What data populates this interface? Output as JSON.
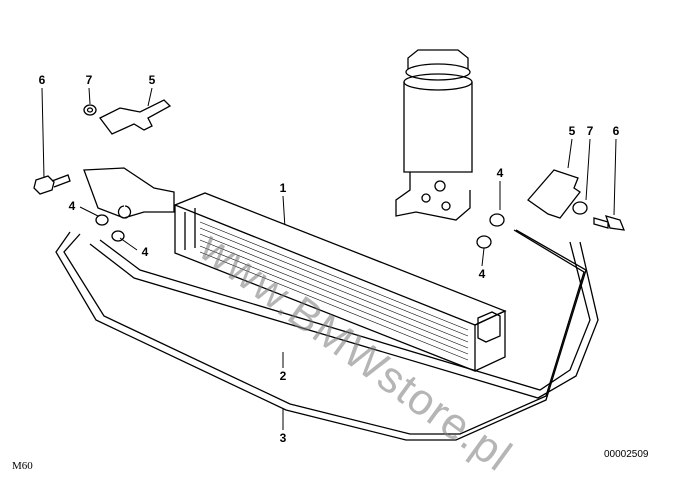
{
  "callouts": [
    {
      "id": "6-left",
      "text": "6"
    },
    {
      "id": "7-left",
      "text": "7"
    },
    {
      "id": "5-left",
      "text": "5"
    },
    {
      "id": "1",
      "text": "1"
    },
    {
      "id": "4-left-top",
      "text": "4"
    },
    {
      "id": "4-left-bottom",
      "text": "4"
    },
    {
      "id": "2",
      "text": "2"
    },
    {
      "id": "3",
      "text": "3"
    },
    {
      "id": "4-right-top",
      "text": "4"
    },
    {
      "id": "4-right-bottom",
      "text": "4"
    },
    {
      "id": "5-right",
      "text": "5"
    },
    {
      "id": "7-right",
      "text": "7"
    },
    {
      "id": "6-right",
      "text": "6"
    }
  ],
  "footer": {
    "model": "M60",
    "diagram_number": "00002509"
  },
  "watermark": "www.BMWstore.pl"
}
